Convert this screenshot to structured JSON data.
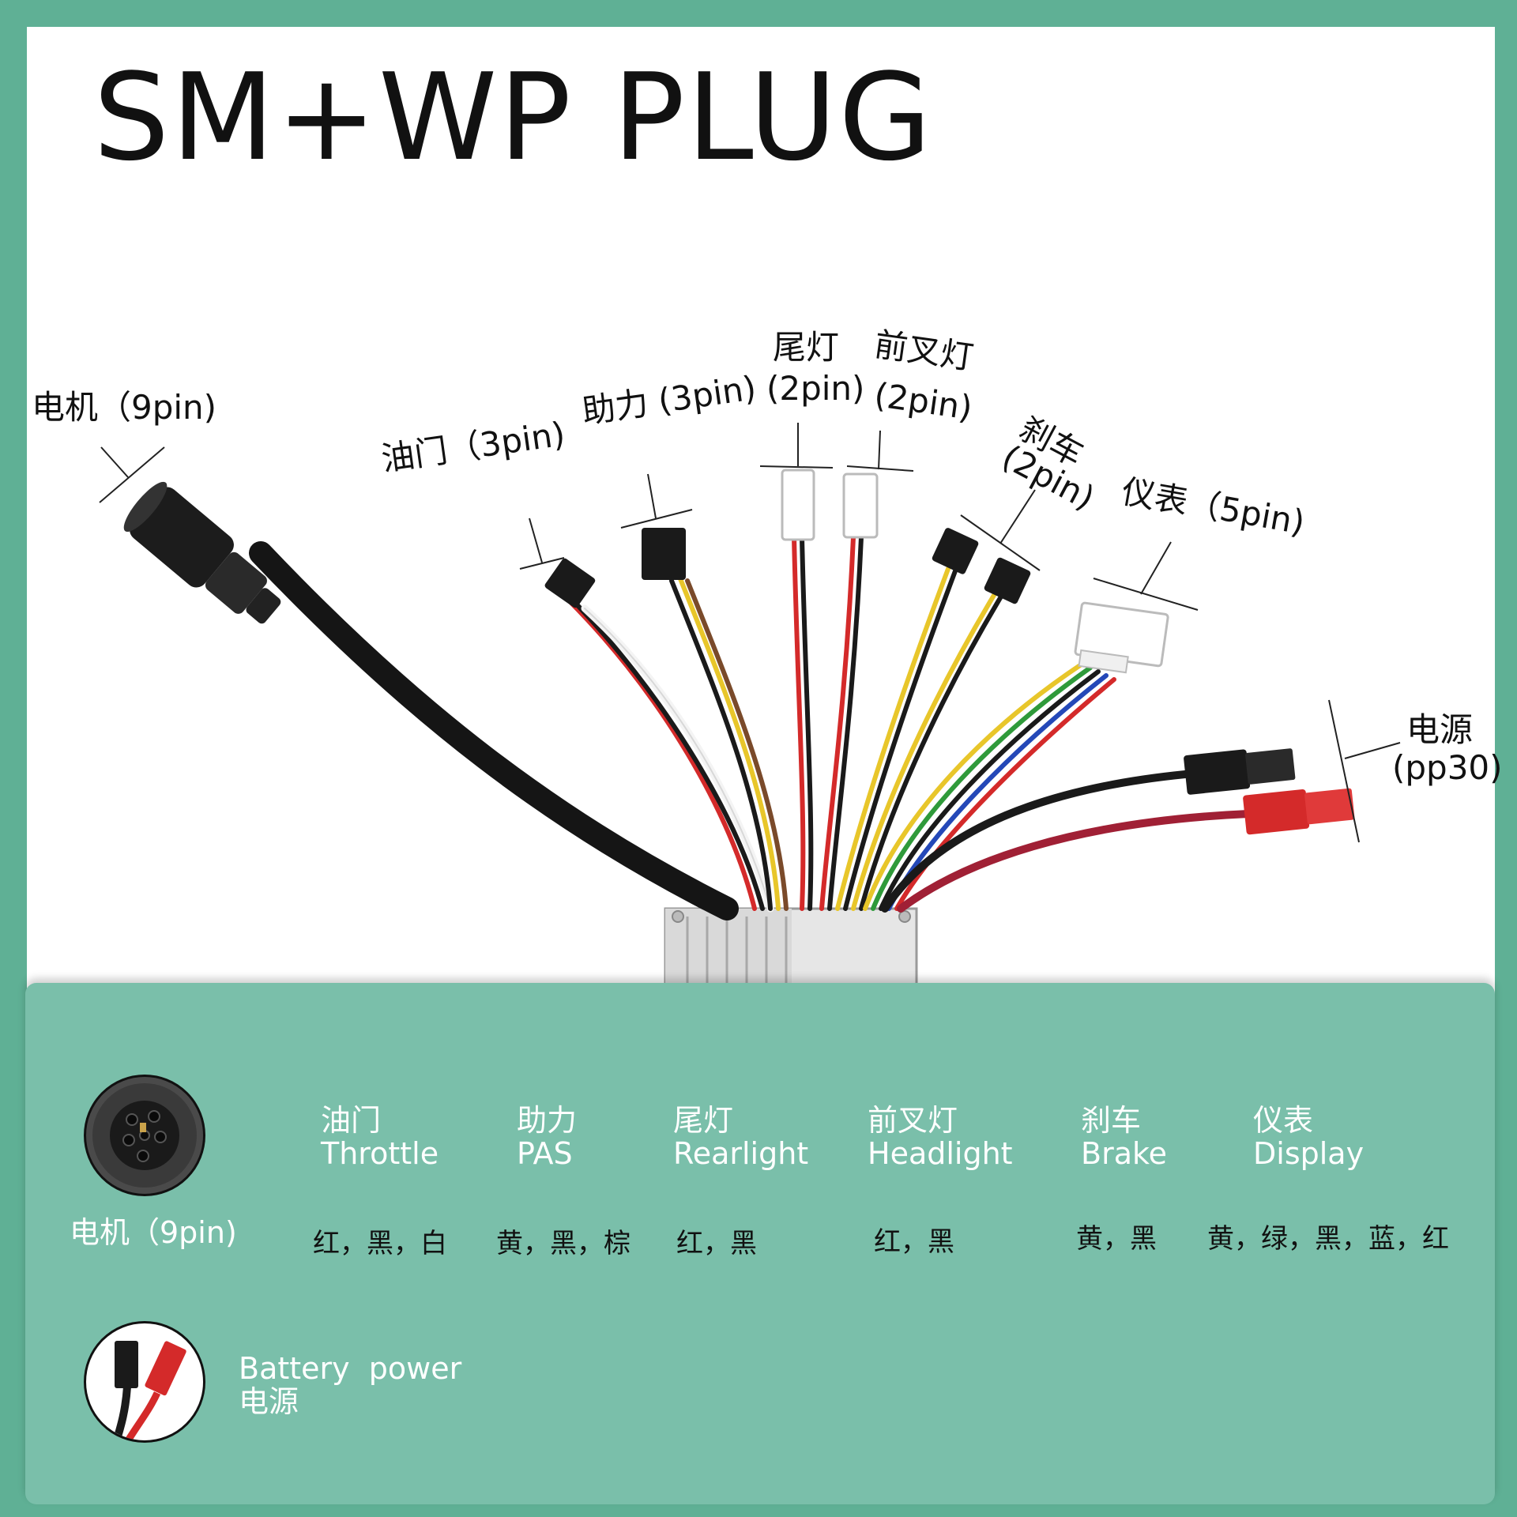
{
  "title": "SM+WP PLUG",
  "labels": {
    "motor": "电机（9pin)",
    "throttle": "油门（3pin)",
    "pas": "助力 (3pin)",
    "rearlight_cn": "尾灯",
    "rearlight_pin": "(2pin)",
    "headlight_cn": "前叉灯",
    "headlight_pin": "(2pin)",
    "brake_cn": "刹车",
    "brake_pin": "(2pin)",
    "display": "仪表（5pin)",
    "power_cn": "电源",
    "power_pin": "(pp30)"
  },
  "legend": {
    "motor_label": "电机（9pin)",
    "items": [
      {
        "cn": "油门",
        "en": "Throttle",
        "colors": "红，黑，白"
      },
      {
        "cn": "助力",
        "en": "PAS",
        "colors": "黄，黑，棕"
      },
      {
        "cn": "尾灯",
        "en": "Rearlight",
        "colors": "红，黑"
      },
      {
        "cn": "前叉灯",
        "en": "Headlight",
        "colors": "红，黑"
      },
      {
        "cn": "刹车",
        "en": "Brake",
        "colors": "黄，黑"
      },
      {
        "cn": "仪表",
        "en": "Display",
        "colors": "黄，绿，黑，蓝，红"
      }
    ],
    "battery_en": "Battery  power",
    "battery_cn": "电源"
  },
  "colors": {
    "frame": "#5fb095",
    "legend_bg": "#7abfaa",
    "wire_red": "#d42a2a",
    "wire_black": "#1a1a1a",
    "wire_yellow": "#e8c62a",
    "wire_white": "#f4f4f4",
    "wire_brown": "#7a4a2a",
    "wire_green": "#2f9a3a",
    "wire_blue": "#2448b8"
  }
}
